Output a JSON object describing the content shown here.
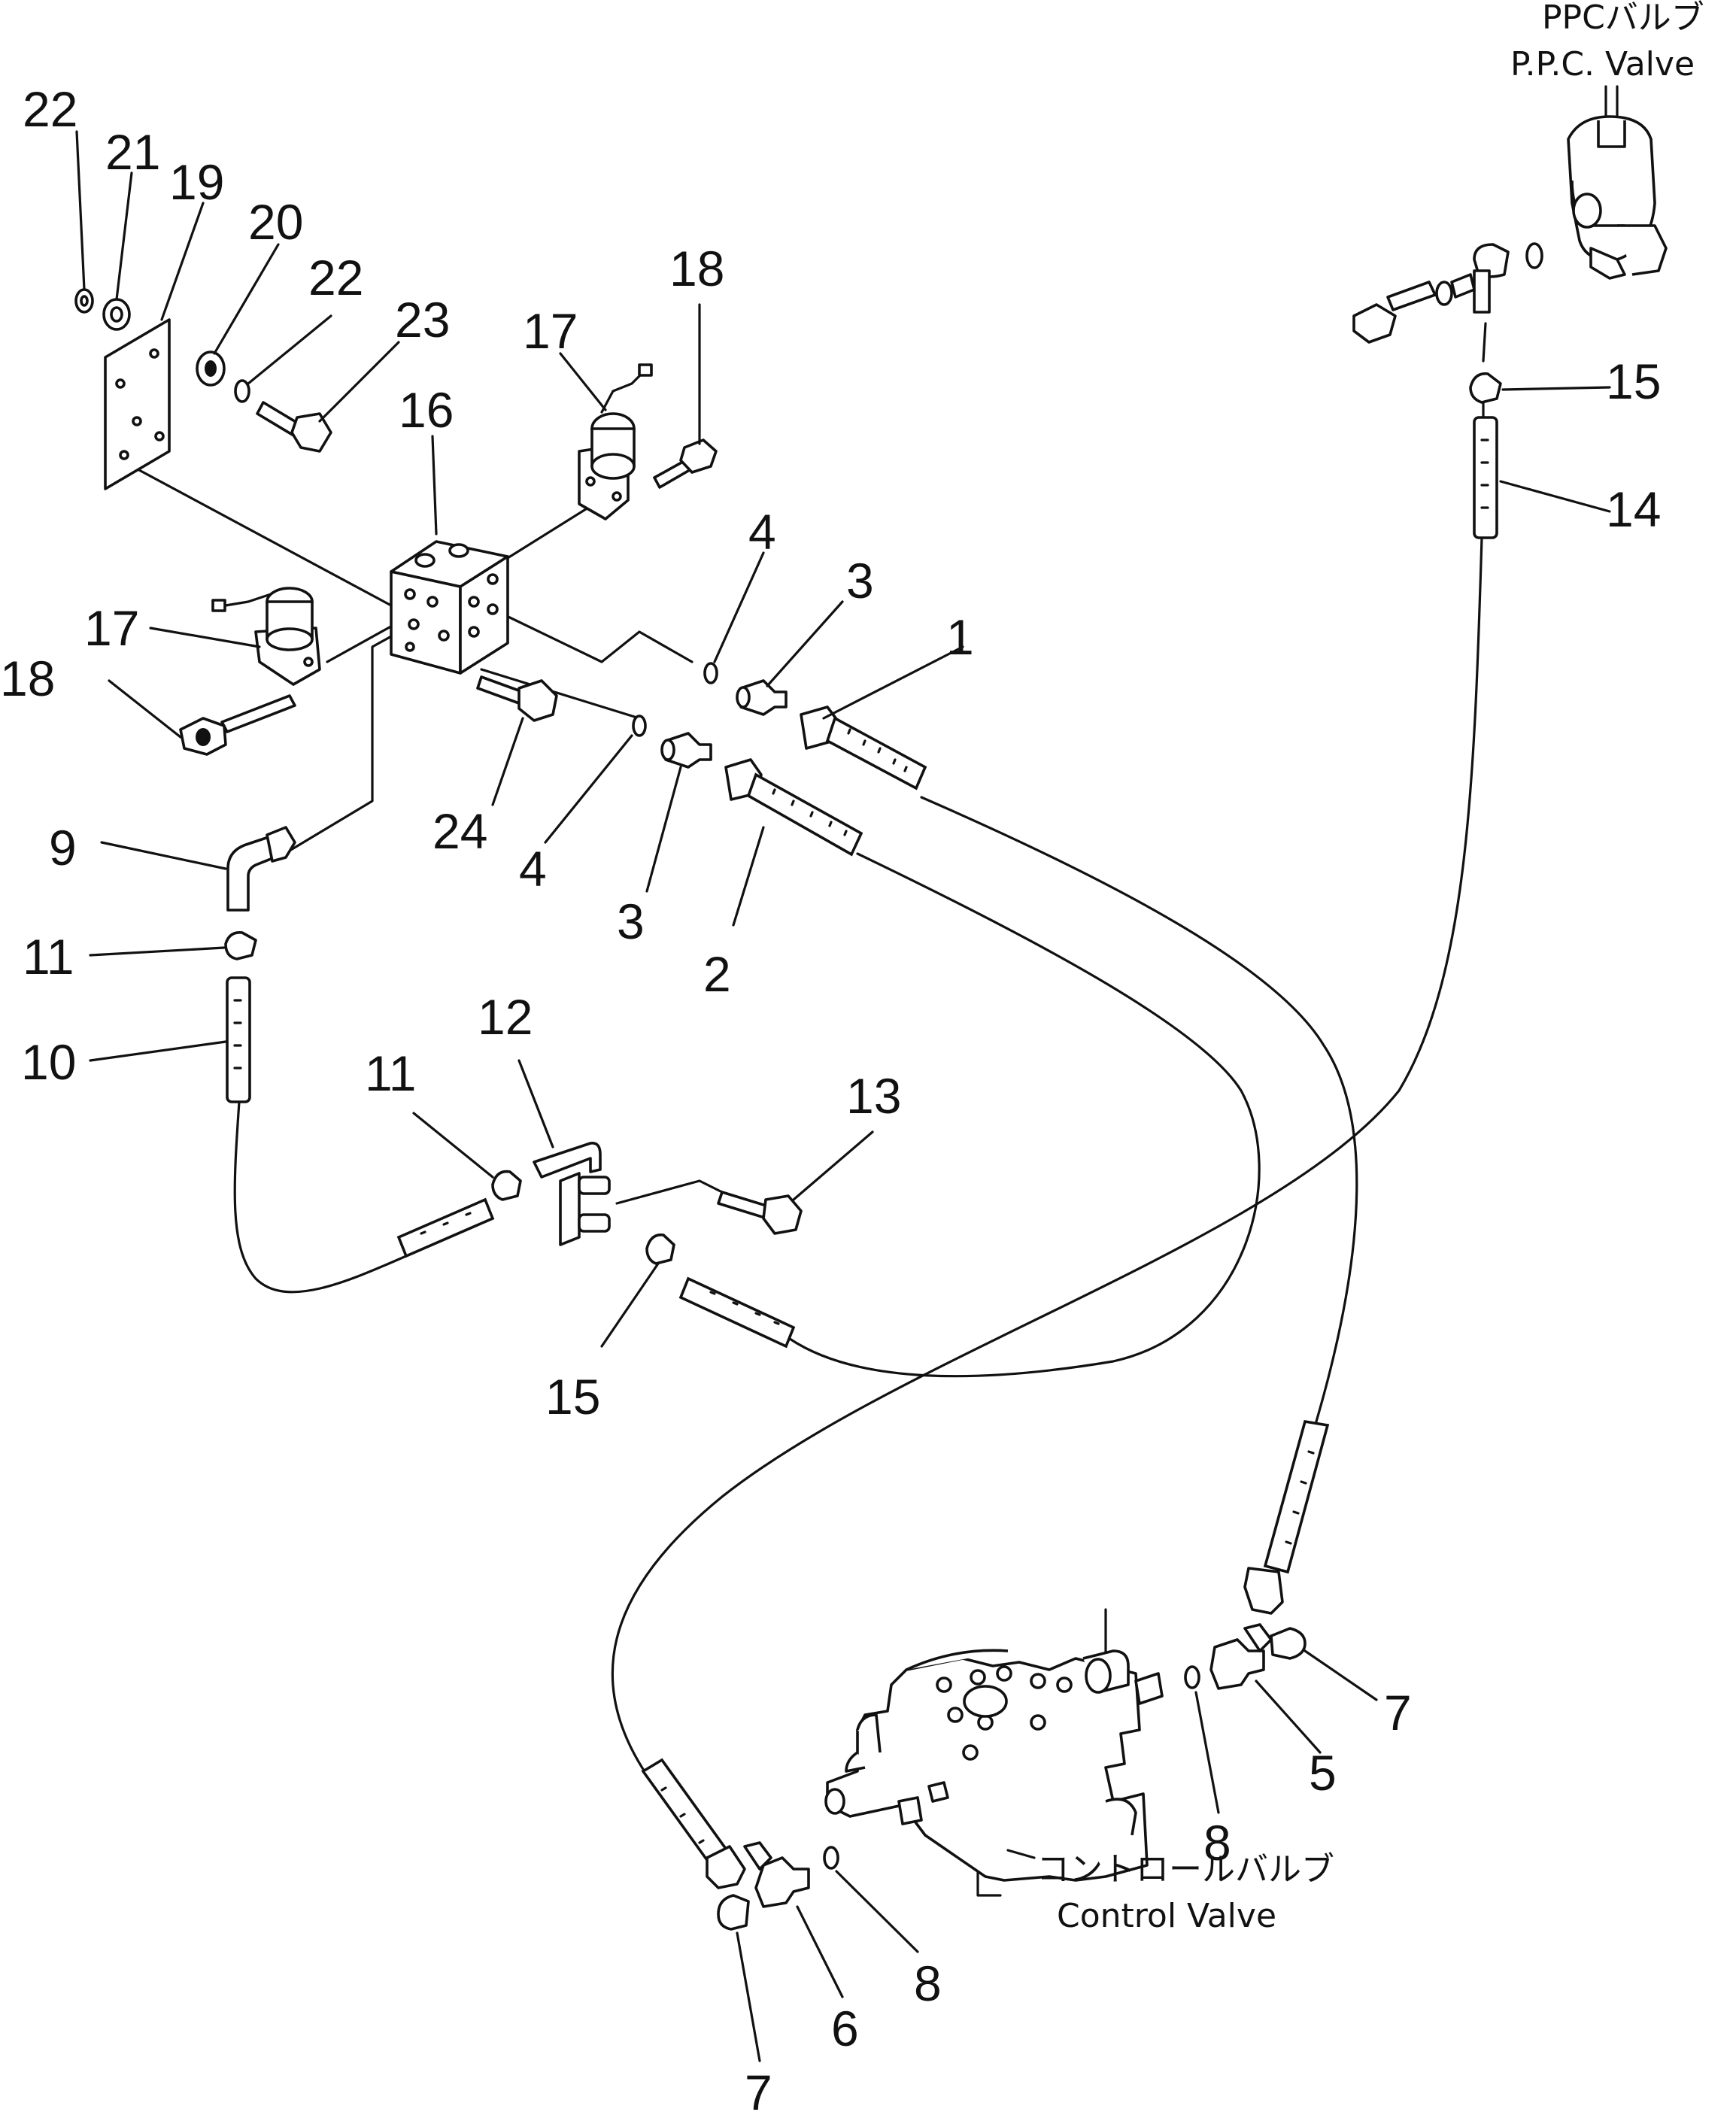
{
  "labels": {
    "ppc_valve_jp": "PPCバルブ",
    "ppc_valve_en": "P.P.C. Valve",
    "control_valve_jp": "コントロールバルブ",
    "control_valve_en": "Control Valve"
  },
  "callouts": [
    {
      "id": "c22a",
      "text": "22"
    },
    {
      "id": "c21",
      "text": "21"
    },
    {
      "id": "c19",
      "text": "19"
    },
    {
      "id": "c20",
      "text": "20"
    },
    {
      "id": "c22b",
      "text": "22"
    },
    {
      "id": "c23",
      "text": "23"
    },
    {
      "id": "c17a",
      "text": "17"
    },
    {
      "id": "c18a",
      "text": "18"
    },
    {
      "id": "c16",
      "text": "16"
    },
    {
      "id": "c17b",
      "text": "17"
    },
    {
      "id": "c18b",
      "text": "18"
    },
    {
      "id": "c4a",
      "text": "4"
    },
    {
      "id": "c3a",
      "text": "3"
    },
    {
      "id": "c1",
      "text": "1"
    },
    {
      "id": "c24",
      "text": "24"
    },
    {
      "id": "c4b",
      "text": "4"
    },
    {
      "id": "c3b",
      "text": "3"
    },
    {
      "id": "c2",
      "text": "2"
    },
    {
      "id": "c9",
      "text": "9"
    },
    {
      "id": "c11a",
      "text": "11"
    },
    {
      "id": "c10",
      "text": "10"
    },
    {
      "id": "c12",
      "text": "12"
    },
    {
      "id": "c11b",
      "text": "11"
    },
    {
      "id": "c13",
      "text": "13"
    },
    {
      "id": "c15a",
      "text": "15"
    },
    {
      "id": "c15b",
      "text": "15"
    },
    {
      "id": "c14",
      "text": "14"
    },
    {
      "id": "c7a",
      "text": "7"
    },
    {
      "id": "c5",
      "text": "5"
    },
    {
      "id": "c8a",
      "text": "8"
    },
    {
      "id": "c8b",
      "text": "8"
    },
    {
      "id": "c6",
      "text": "6"
    },
    {
      "id": "c7b",
      "text": "7"
    }
  ]
}
